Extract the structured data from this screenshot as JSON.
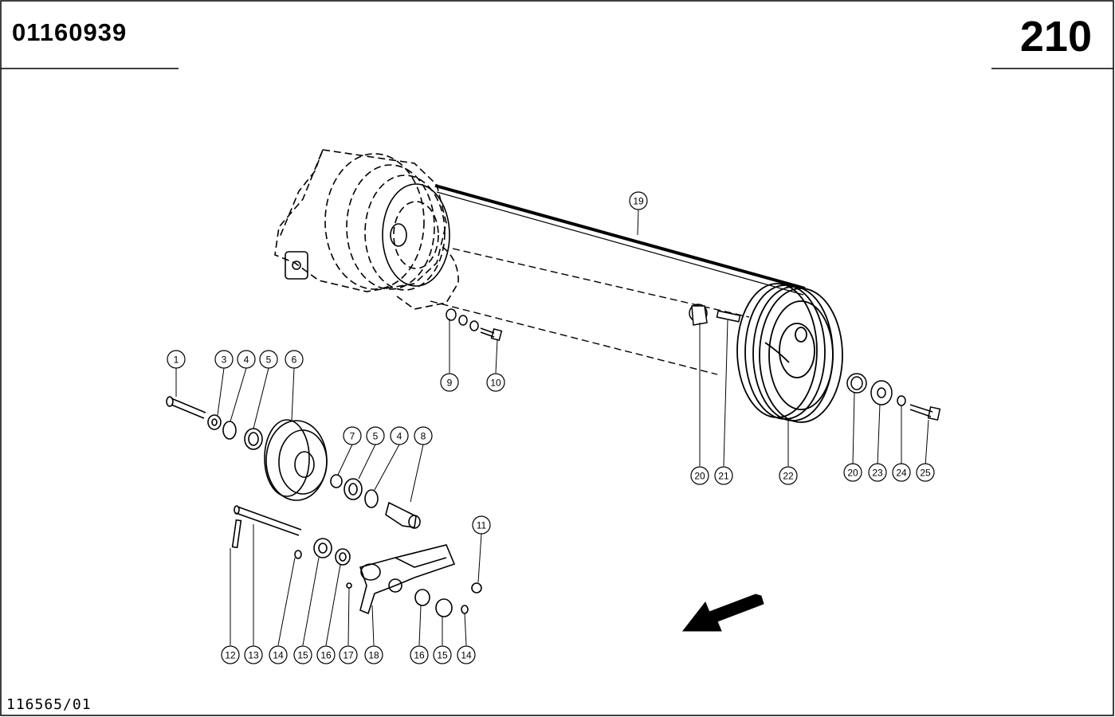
{
  "header": {
    "part_number": "01160939",
    "page_number": "210"
  },
  "footer": {
    "drawing_id": "116565/01"
  },
  "callouts": [
    "1",
    "3",
    "4",
    "5",
    "6",
    "7",
    "5",
    "4",
    "8",
    "9",
    "10",
    "11",
    "12",
    "13",
    "14",
    "15",
    "16",
    "17",
    "18",
    "16",
    "15",
    "14",
    "19",
    "20",
    "21",
    "22",
    "20",
    "23",
    "24",
    "25"
  ]
}
